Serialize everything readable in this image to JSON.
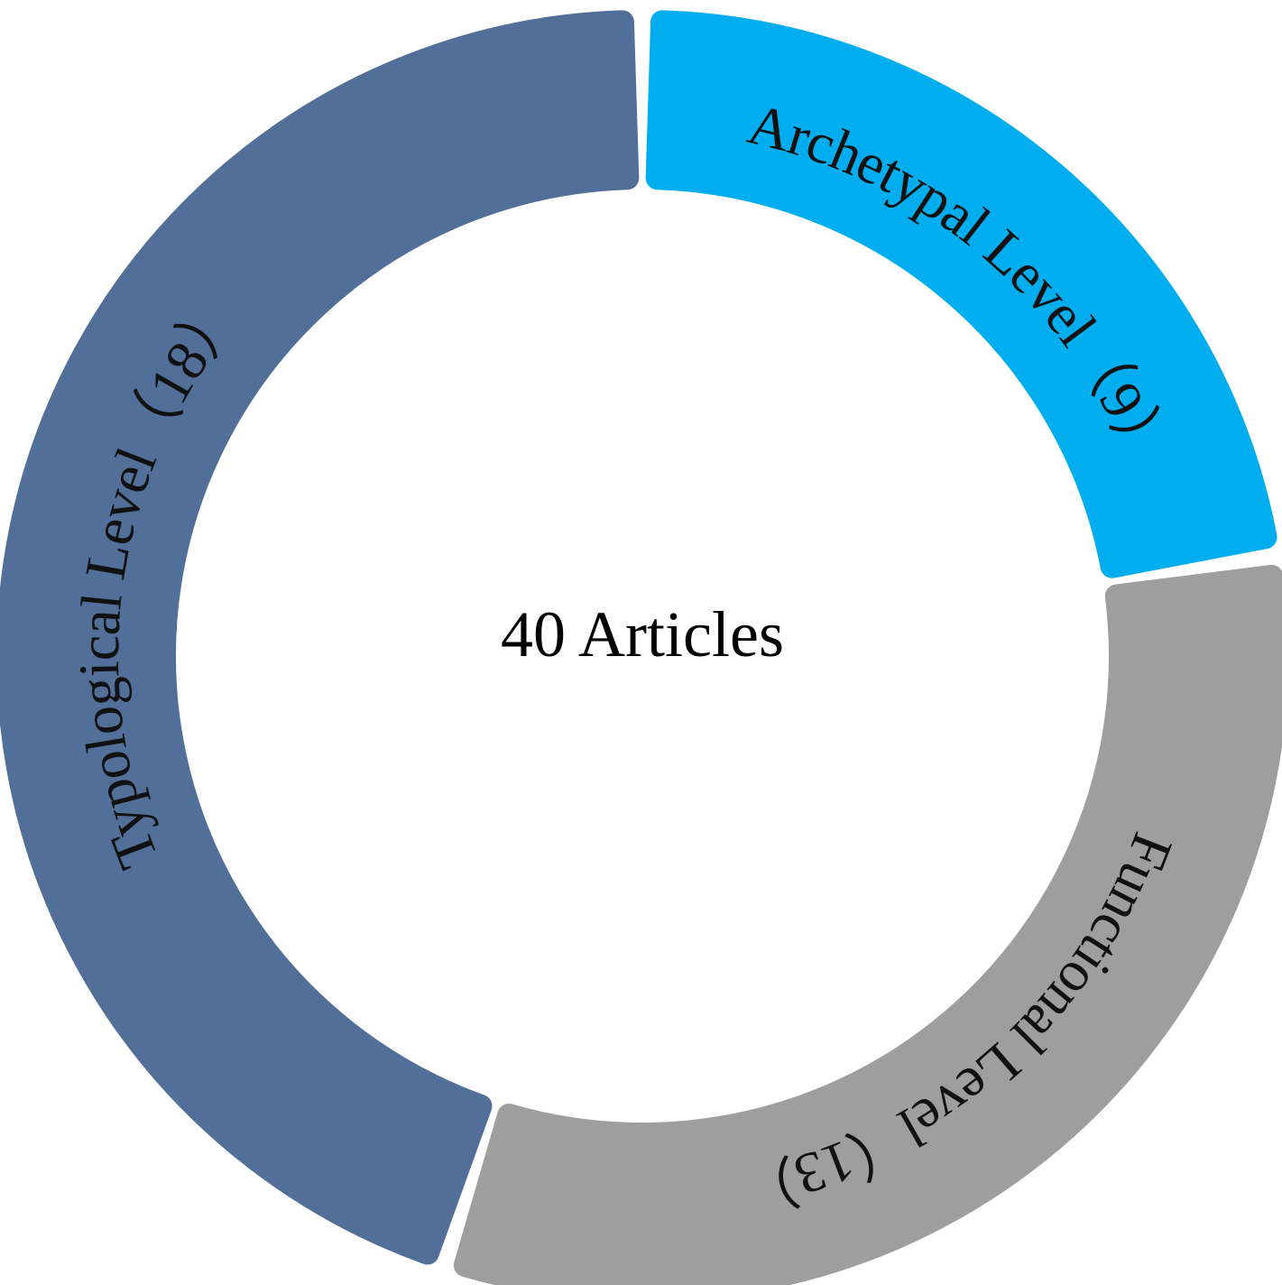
{
  "chart_data": {
    "type": "pie",
    "style": "donut",
    "center_label": "40 Articles",
    "slices": [
      {
        "label": "Archetypal Level（9）",
        "value": 9,
        "color": "#00AEF0"
      },
      {
        "label": "Functional Level（13）",
        "value": 13,
        "color": "#9E9E9E"
      },
      {
        "label": "Typological Level（18）",
        "value": 18,
        "color": "#516F99"
      }
    ]
  }
}
